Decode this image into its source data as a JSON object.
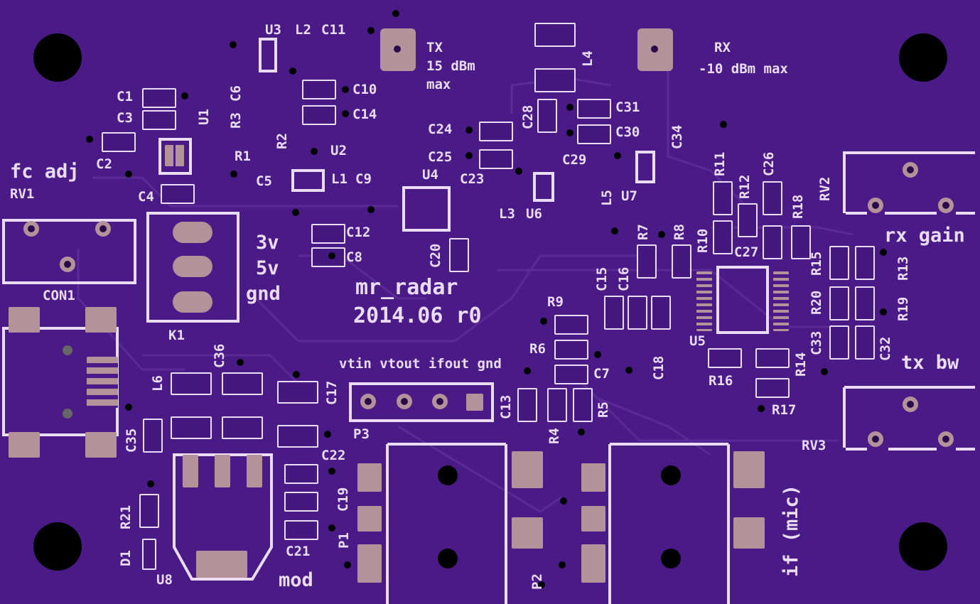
{
  "board": {
    "copper_color": "#4a1a86",
    "silk_color": "#e9dcf4",
    "pad_color": "#b4929a",
    "drill_color": "#000000"
  },
  "title": {
    "name": "mr_radar",
    "version": "2014.06 r0"
  },
  "rf": {
    "tx_label": "TX",
    "tx_power": "15 dBm",
    "tx_max": "max",
    "rx_label": "RX",
    "rx_power": "-10 dBm max"
  },
  "labels": {
    "fc_adj": "fc adj",
    "rx_gain": "rx gain",
    "tx_bw": "tx bw",
    "mod": "mod",
    "if_mic": "if (mic)",
    "v3": "3v",
    "v5": "5v",
    "gnd": "gnd",
    "p3_pins": "vtin vtout ifout gnd"
  },
  "refdes": {
    "U1": "U1",
    "U2": "U2",
    "U3": "U3",
    "U4": "U4",
    "U5": "U5",
    "U6": "U6",
    "U7": "U7",
    "U8": "U8",
    "L1": "L1",
    "L2": "L2",
    "L3": "L3",
    "L4": "L4",
    "L5": "L5",
    "L6": "L6",
    "C1": "C1",
    "C2": "C2",
    "C3": "C3",
    "C4": "C4",
    "C5": "C5",
    "C6": "C6",
    "C7": "C7",
    "C8": "C8",
    "C9": "C9",
    "C10": "C10",
    "C11": "C11",
    "C12": "C12",
    "C13": "C13",
    "C14": "C14",
    "C15": "C15",
    "C16": "C16",
    "C17": "C17",
    "C18": "C18",
    "C19": "C19",
    "C20": "C20",
    "C21": "C21",
    "C22": "C22",
    "C23": "C23",
    "C24": "C24",
    "C25": "C25",
    "C26": "C26",
    "C27": "C27",
    "C28": "C28",
    "C29": "C29",
    "C30": "C30",
    "C31": "C31",
    "C32": "C32",
    "C33": "C33",
    "C34": "C34",
    "C35": "C35",
    "C36": "C36",
    "R1": "R1",
    "R2": "R2",
    "R3": "R3",
    "R4": "R4",
    "R5": "R5",
    "R6": "R6",
    "R7": "R7",
    "R8": "R8",
    "R9": "R9",
    "R10": "R10",
    "R11": "R11",
    "R12": "R12",
    "R13": "R13",
    "R14": "R14",
    "R15": "R15",
    "R16": "R16",
    "R17": "R17",
    "R18": "R18",
    "R19": "R19",
    "R20": "R20",
    "R21": "R21",
    "RV1": "RV1",
    "RV2": "RV2",
    "RV3": "RV3",
    "CON1": "CON1",
    "K1": "K1",
    "P1": "P1",
    "P2": "P2",
    "P3": "P3",
    "D1": "D1"
  }
}
